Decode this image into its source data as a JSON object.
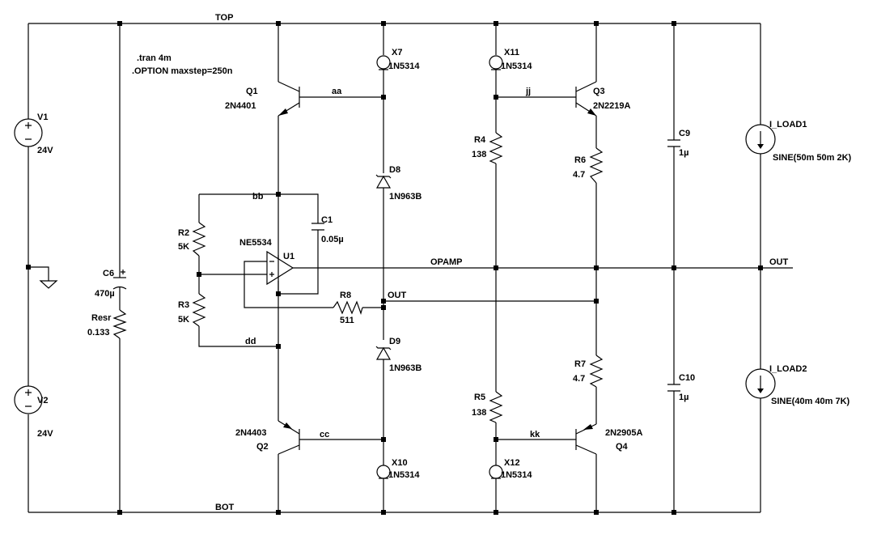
{
  "directives": [
    ".tran 4m",
    ".OPTION maxstep=250n"
  ],
  "nets": {
    "top": "TOP",
    "bot": "BOT",
    "aa": "aa",
    "bb": "bb",
    "cc": "cc",
    "dd": "dd",
    "jj": "jj",
    "kk": "kk",
    "opamp": "OPAMP",
    "out_mid": "OUT",
    "out_right": "OUT"
  },
  "components": {
    "V1": {
      "name": "V1",
      "value": "24V"
    },
    "V2": {
      "name": "V2",
      "value": "24V"
    },
    "C6": {
      "name": "C6",
      "value": "470µ"
    },
    "Resr": {
      "name": "Resr",
      "value": "0.133"
    },
    "Q1": {
      "name": "Q1",
      "value": "2N4401"
    },
    "Q2": {
      "name": "Q2",
      "value": "2N4403"
    },
    "Q3": {
      "name": "Q3",
      "value": "2N2219A"
    },
    "Q4": {
      "name": "Q4",
      "value": "2N2905A"
    },
    "X7": {
      "name": "X7",
      "value": "1N5314"
    },
    "X10": {
      "name": "X10",
      "value": "1N5314"
    },
    "X11": {
      "name": "X11",
      "value": "1N5314"
    },
    "X12": {
      "name": "X12",
      "value": "1N5314"
    },
    "D8": {
      "name": "D8",
      "value": "1N963B"
    },
    "D9": {
      "name": "D9",
      "value": "1N963B"
    },
    "R2": {
      "name": "R2",
      "value": "5K"
    },
    "R3": {
      "name": "R3",
      "value": "5K"
    },
    "R4": {
      "name": "R4",
      "value": "138"
    },
    "R5": {
      "name": "R5",
      "value": "138"
    },
    "R6": {
      "name": "R6",
      "value": "4.7"
    },
    "R7": {
      "name": "R7",
      "value": "4.7"
    },
    "R8": {
      "name": "R8",
      "value": "511"
    },
    "C1": {
      "name": "C1",
      "value": "0.05µ"
    },
    "C9": {
      "name": "C9",
      "value": "1µ"
    },
    "C10": {
      "name": "C10",
      "value": "1µ"
    },
    "U1": {
      "name": "U1",
      "value": "NE5534"
    },
    "I_LOAD1": {
      "name": "I_LOAD1",
      "value": "SINE(50m 50m 2K)"
    },
    "I_LOAD2": {
      "name": "I_LOAD2",
      "value": "SINE(40m 40m 7K)"
    }
  }
}
